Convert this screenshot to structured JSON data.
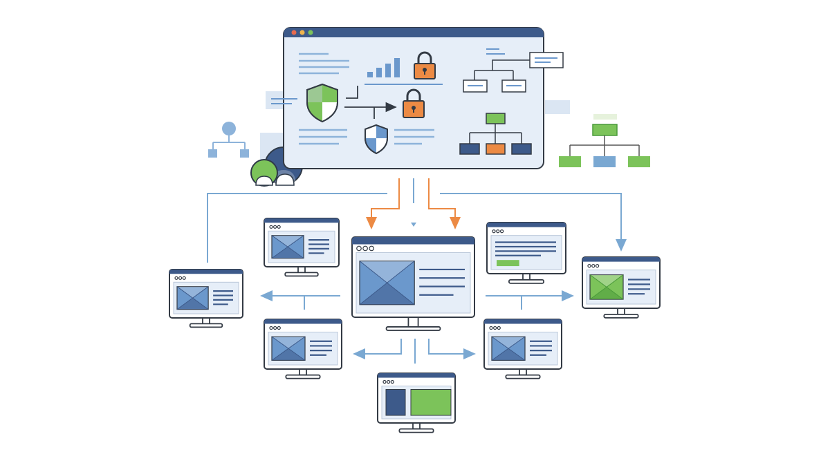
{
  "colors": {
    "navy": "#3d5a8a",
    "blue": "#6b98cc",
    "blue_light": "#a9c4e3",
    "panel_bg": "#e6eef8",
    "green": "#7cc35a",
    "green_dark": "#4a9a3a",
    "orange": "#ec8a44",
    "outline": "#333a44",
    "screen_bg": "#ffffff",
    "connector_blue": "#7aa8d2",
    "connector_orange": "#ec8a44"
  },
  "dashboard": {
    "window_dots": [
      "#e86b4f",
      "#f0b44c",
      "#7cc35a"
    ],
    "icons": [
      "shield-green-icon",
      "shield-blue-icon",
      "lock-icon",
      "lock-icon",
      "bar-chart-icon",
      "org-chart-icon",
      "hierarchy-icon"
    ]
  },
  "monitors": [
    {
      "id": "central",
      "content": "image-with-text",
      "image_color": "blue"
    },
    {
      "id": "top-left",
      "content": "image-with-text",
      "image_color": "blue"
    },
    {
      "id": "top-right",
      "content": "text-with-green-button"
    },
    {
      "id": "far-left",
      "content": "image-with-text",
      "image_color": "blue"
    },
    {
      "id": "far-right",
      "content": "image-with-text",
      "image_color": "green"
    },
    {
      "id": "bottom-left",
      "content": "image-with-text",
      "image_color": "blue"
    },
    {
      "id": "bottom-right",
      "content": "image-with-text",
      "image_color": "blue"
    },
    {
      "id": "bottom-center",
      "content": "split-blue-green"
    }
  ]
}
